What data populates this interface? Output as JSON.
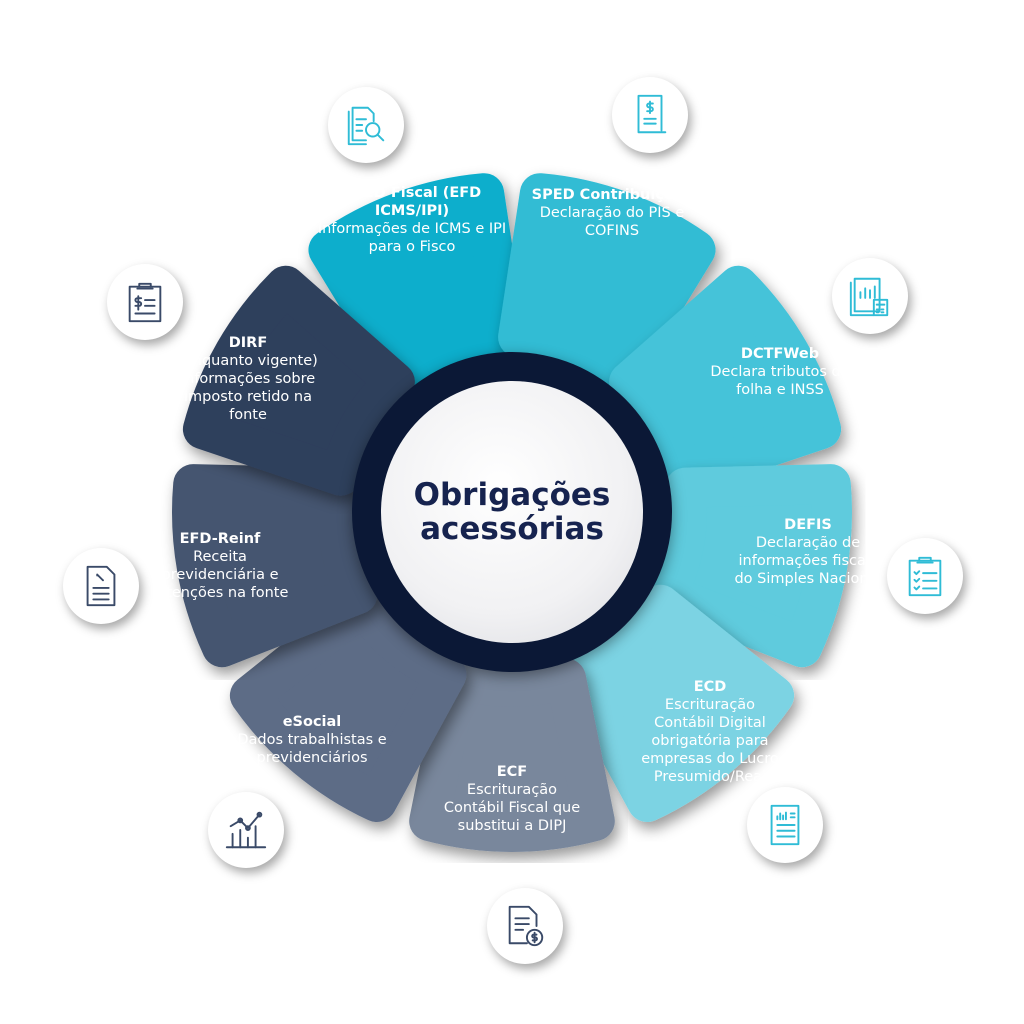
{
  "title": {
    "line1": "Obrigações",
    "line2": "acessórias"
  },
  "items": [
    {
      "title": "SPED Fiscal (EFD ICMS/IPI)",
      "desc": "Informações de ICMS e IPI para o Fisco",
      "icon": "document-search-icon",
      "color": "#0aaecc"
    },
    {
      "title": "SPED Contribuições",
      "desc": "Declaração do PIS e COFINS",
      "icon": "receipt-dollar-icon",
      "color": "#33bcd4"
    },
    {
      "title": "DCTFWeb",
      "desc": "Declara tributos de folha e INSS",
      "icon": "report-calculator-icon",
      "color": "#45c3d9"
    },
    {
      "title": "DEFIS",
      "desc": "Declaração de informações fiscais do Simples Nacional",
      "icon": "clipboard-checklist-icon",
      "color": "#5ecbdd"
    },
    {
      "title": "ECD",
      "desc": "Escrituração Contábil Digital obrigatória para empresas do Lucro Presumido/Real",
      "icon": "document-chart-icon",
      "color": "#7cd3e3"
    },
    {
      "title": "ECF",
      "desc": "Escrituração Contábil Fiscal que substitui a DIPJ",
      "icon": "document-coin-icon",
      "color": "#79879c"
    },
    {
      "title": "eSocial",
      "desc": "Dados trabalhistas e previdenciários",
      "icon": "bar-line-chart-icon",
      "color": "#5d6c86"
    },
    {
      "title": "EFD-Reinf",
      "desc": "Receita previdenciária e retenções na fonte",
      "icon": "document-percent-icon",
      "color": "#45556f"
    },
    {
      "title": "DIRF",
      "desc": "(enquanto vigente) Informações sobre imposto retido na fonte",
      "icon": "clipboard-dollar-icon",
      "color": "#2f3f5c"
    }
  ]
}
